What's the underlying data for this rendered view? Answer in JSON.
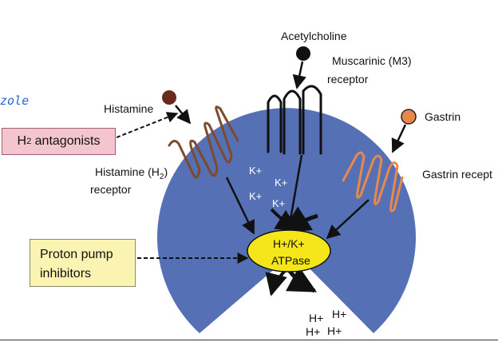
{
  "partial_left_text": "zole",
  "ligands": {
    "acetylcholine": "Acetylcholine",
    "histamine": "Histamine",
    "gastrin": "Gastrin"
  },
  "receptors": {
    "muscarinic_line1": "Muscarinic (M3)",
    "muscarinic_line2": "receptor",
    "histamine_line1_prefix": "Histamine (H",
    "histamine_line1_sub": "2",
    "histamine_line1_suffix": ")",
    "histamine_line2": "receptor",
    "gastrin": "Gastrin recept"
  },
  "drugs": {
    "h2_prefix": "H",
    "h2_sub": "2",
    "h2_suffix": " antagonists",
    "ppi_line1": "Proton pump",
    "ppi_line2": "inhibitors"
  },
  "pump": {
    "line1": "H+/K+",
    "line2": "ATPase"
  },
  "ions": {
    "k": [
      "K+",
      "K+",
      "K+",
      "K+"
    ],
    "h": [
      "H+",
      "H+",
      "H+",
      "H+"
    ]
  },
  "colors": {
    "cell": "#5570b4",
    "pump": "#f4e61a",
    "histamine_receptor": "#7d4a2e",
    "histamine_ligand": "#6b2a20",
    "gastrin": "#e8894a",
    "muscarinic": "#111111",
    "h2_box": "#f3c6cf",
    "ppi_box": "#fbf3b2"
  }
}
